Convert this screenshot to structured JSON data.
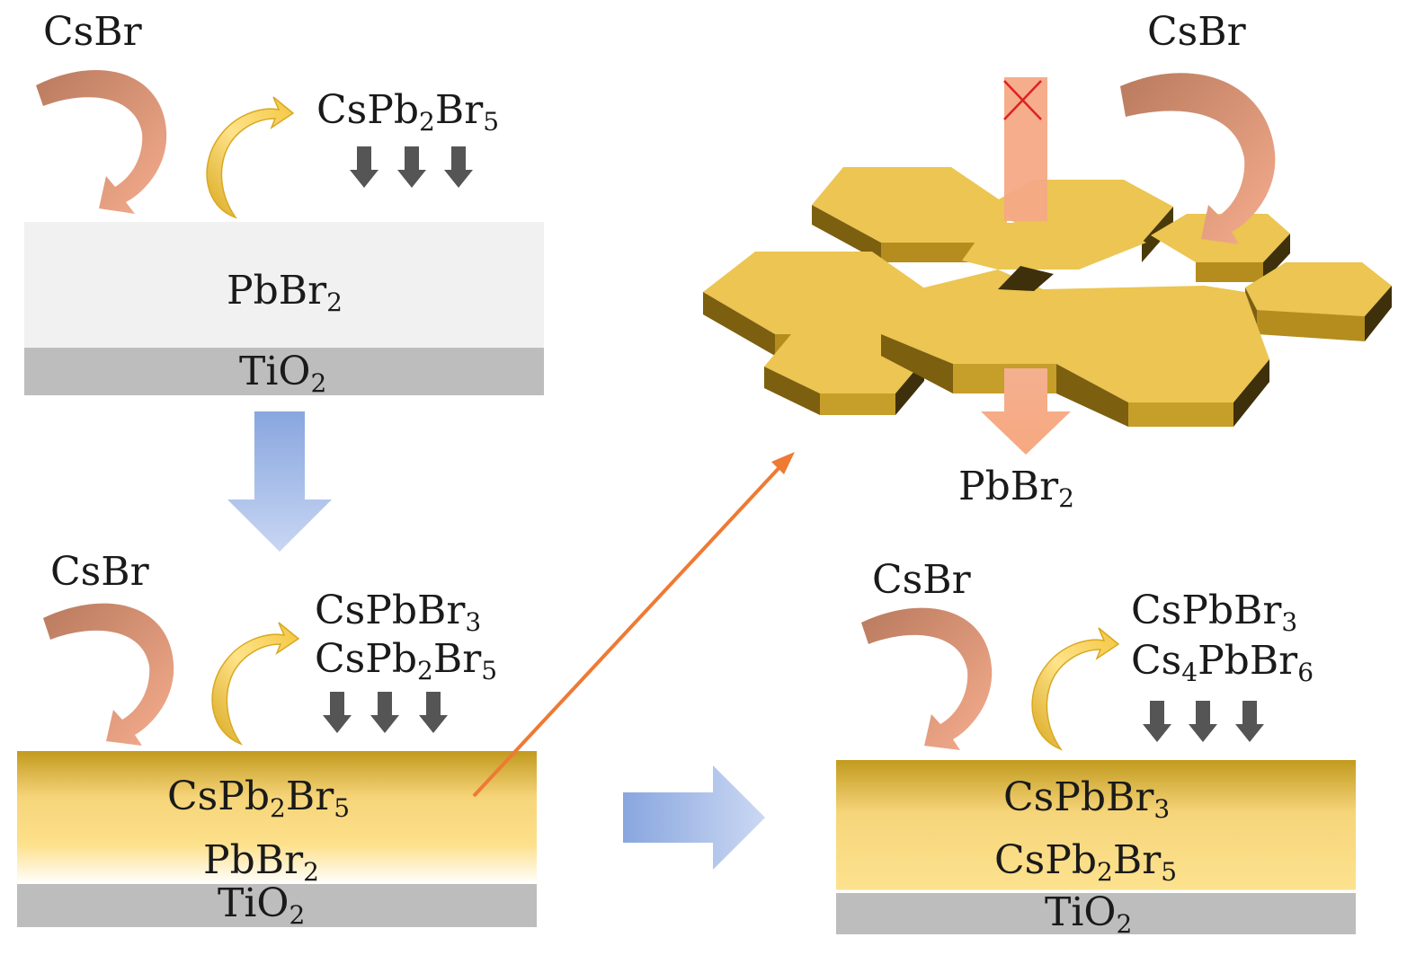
{
  "reagent": "CsBr",
  "substrate": "TiO",
  "substrate_sub": "2",
  "formulas": {
    "pbbr2": {
      "main": "PbBr",
      "sub": "2"
    },
    "cspb2br5_a": "CsPb",
    "cspb2br5_b": "2",
    "cspb2br5_c": "Br",
    "cspb2br5_d": "5",
    "cspbbr3_a": "CsPbBr",
    "cspbbr3_b": "3",
    "cs4pbbr6_a": "Cs",
    "cs4pbbr6_b": "4",
    "cs4pbbr6_c": "PbBr",
    "cs4pbbr6_d": "6"
  },
  "colors": {
    "brown_arrow": "#c8896b",
    "yellow_arrow": "#f5c842",
    "gray_arrow": "#555555",
    "blue_arrow": "#8aa8e0",
    "orange_line": "#ee7a33",
    "pbbr2_layer": "#f1f1f1",
    "tio2_layer": "#bdbdbd",
    "gold_dark": "#c29a1e",
    "gold_light": "#fde08a",
    "hex_top": "#ecc552",
    "hex_side": "#8a6b14",
    "red_x": "#e02020"
  }
}
